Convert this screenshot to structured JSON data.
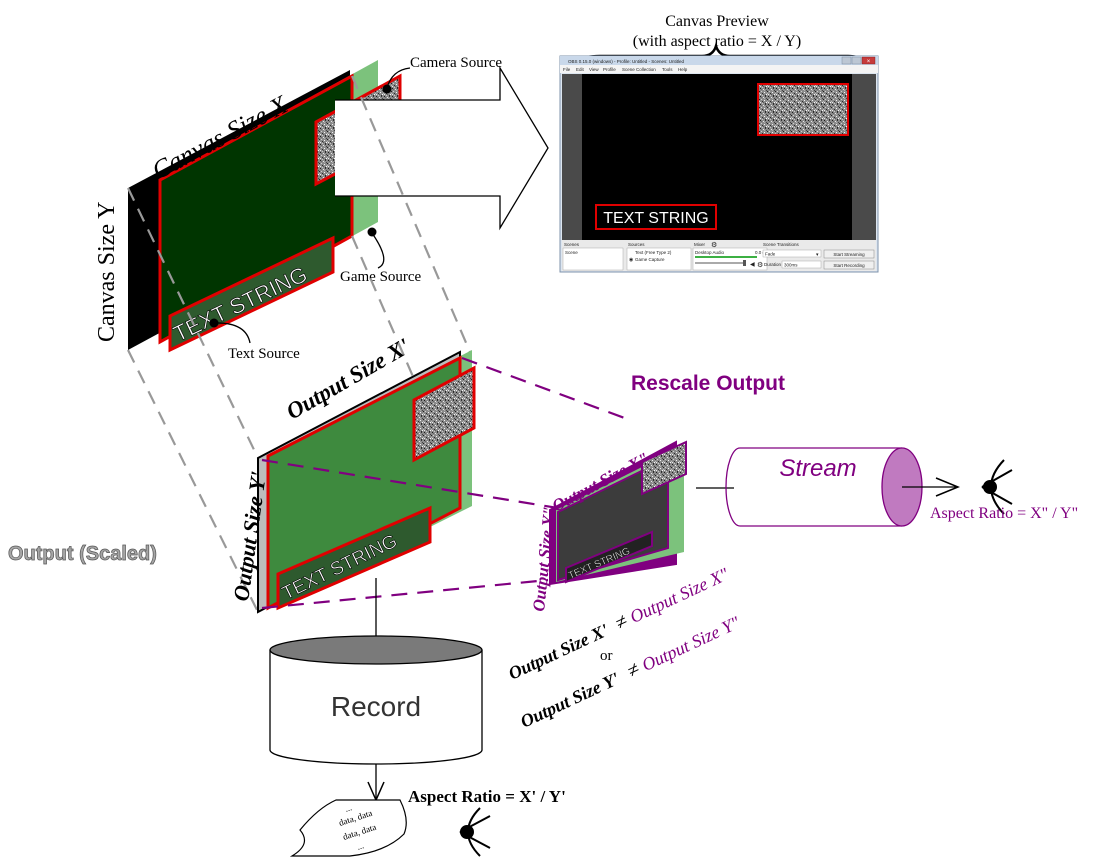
{
  "canvas": {
    "size_x_label": "Canvas Size X",
    "size_y_label": "Canvas Size Y",
    "camera_source_label": "Camera Source",
    "game_source_label": "Game Source",
    "text_source_label": "Text Source",
    "text_string": "TEXT STRING"
  },
  "preview": {
    "title_line1": "Canvas Preview",
    "title_line2": "(with aspect ratio = X / Y)",
    "window_title": "OBS 0.15.0 (windows) - Profile: Untitled - Scenes: Untitled",
    "menu_items": [
      "File",
      "Edit",
      "View",
      "Profile",
      "Scene Collection",
      "Tools",
      "Help"
    ],
    "text_string": "TEXT STRING",
    "panels": {
      "scenes_header": "Scenes",
      "scenes_item": "Scene",
      "sources_header": "Sources",
      "sources_items": [
        "Text (Free Type 2)",
        "Game Capture"
      ],
      "mixer_header": "Mixer",
      "mixer_item": "Desktop Audio",
      "mixer_level": "0.0 dB",
      "transitions_header": "Scene Transitions",
      "transition_value": "Fade",
      "duration_label": "Duration",
      "duration_value": "300ms",
      "start_streaming": "Start Streaming",
      "start_recording": "Start Recording"
    }
  },
  "output_scaled": {
    "heading": "Output (Scaled)",
    "size_x_label": "Output Size X'",
    "size_y_label": "Output Size Y'",
    "text_string": "TEXT STRING"
  },
  "rescale": {
    "heading": "Rescale Output",
    "size_x_label": "Output Size X\"",
    "size_y_label": "Output Size Y\"",
    "text_string": "TEXT STRING"
  },
  "stream": {
    "label": "Stream",
    "aspect_label": "Aspect Ratio = X\" / Y\""
  },
  "record": {
    "label": "Record",
    "aspect_label": "Aspect Ratio = X' / Y'",
    "file_lines": [
      "...",
      "data, data",
      "data, data",
      "..."
    ]
  },
  "inequality": {
    "line1_left": "Output Size X'",
    "line1_right": "Output Size X\"",
    "or_word": "or",
    "line2_left": "Output Size Y'",
    "line2_right": "Output Size Y\"",
    "neq_symbol": "≠"
  },
  "colors": {
    "red": "#e00000",
    "purple": "#800080",
    "dark_green": "#003500",
    "light_green": "#7cc27c",
    "mid_green": "#3e8a3e",
    "dark_gray": "#3c3c3c",
    "cylinder_purple": "#c07ac0",
    "record_top": "#7a7a7a"
  }
}
